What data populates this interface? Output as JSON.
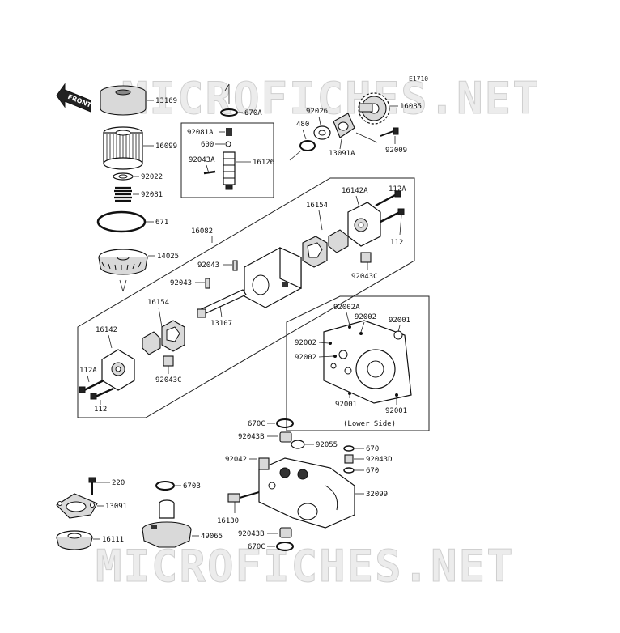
{
  "diagram_code": "E1710",
  "watermark_top": "MICROFICHES.NET",
  "watermark_bottom": "MICROFICHES.NET",
  "front_label": "FRONT",
  "lower_side_label": "(Lower Side)",
  "labels": {
    "p13169": "13169",
    "p670A": "670A",
    "p16099": "16099",
    "p92022": "92022",
    "p92081": "92081",
    "p671": "671",
    "p14025": "14025",
    "p92081A": "92081A",
    "p600": "600",
    "p92043A": "92043A",
    "p16126": "16126",
    "p480": "480",
    "p92026": "92026",
    "p13091A": "13091A",
    "p16085": "16085",
    "p92009": "92009",
    "p16082": "16082",
    "p16154a": "16154",
    "p16142A": "16142A",
    "p112Aa": "112A",
    "p112a": "112",
    "p92043C_a": "92043C",
    "p92043_a": "92043",
    "p92043_b": "92043",
    "p13107": "13107",
    "p16154b": "16154",
    "p16142": "16142",
    "p112Ab": "112A",
    "p112b": "112",
    "p92043C_b": "92043C",
    "p92002A": "92002A",
    "p92002_a": "92002",
    "p92001_a": "92001",
    "p92002_b": "92002",
    "p92002_c": "92002",
    "p92001_b": "92001",
    "p92001_c": "92001",
    "p670C_a": "670C",
    "p92043B_a": "92043B",
    "p92055": "92055",
    "p670_a": "670",
    "p92042": "92042",
    "p92043D": "92043D",
    "p670_b": "670",
    "p220": "220",
    "p670B": "670B",
    "p32099": "32099",
    "p13091": "13091",
    "p16130": "16130",
    "p16111": "16111",
    "p49065": "49065",
    "p92043B_b": "92043B",
    "p670C_b": "670C"
  }
}
